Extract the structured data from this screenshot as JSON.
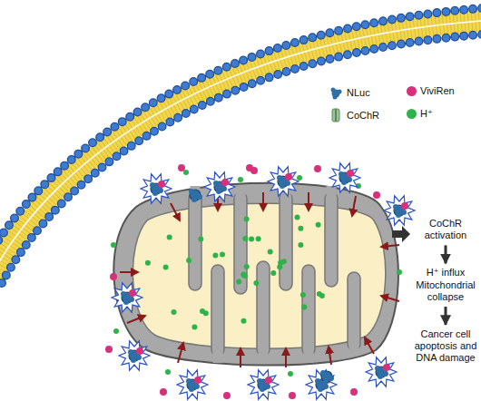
{
  "diagram": {
    "nodes": [
      {
        "text": [
          "CoChR activation"
        ]
      },
      {
        "text": [
          "H⁺ influx Mitochondrial collapse"
        ]
      },
      {
        "text": [
          "Cancer cell apoptosis and DNA damage"
        ]
      }
    ],
    "edges": [
      {
        "from": 0,
        "to": 1,
        "arrow": "to"
      },
      {
        "from": 1,
        "to": 2,
        "arrow": "to"
      }
    ],
    "legend": [
      {
        "text": "NLuc"
      },
      {
        "text": "ViviRen",
        "color": "#d6317a"
      },
      {
        "text": "CoChR"
      },
      {
        "text": "H⁺",
        "color": "#2db34a"
      }
    ]
  }
}
